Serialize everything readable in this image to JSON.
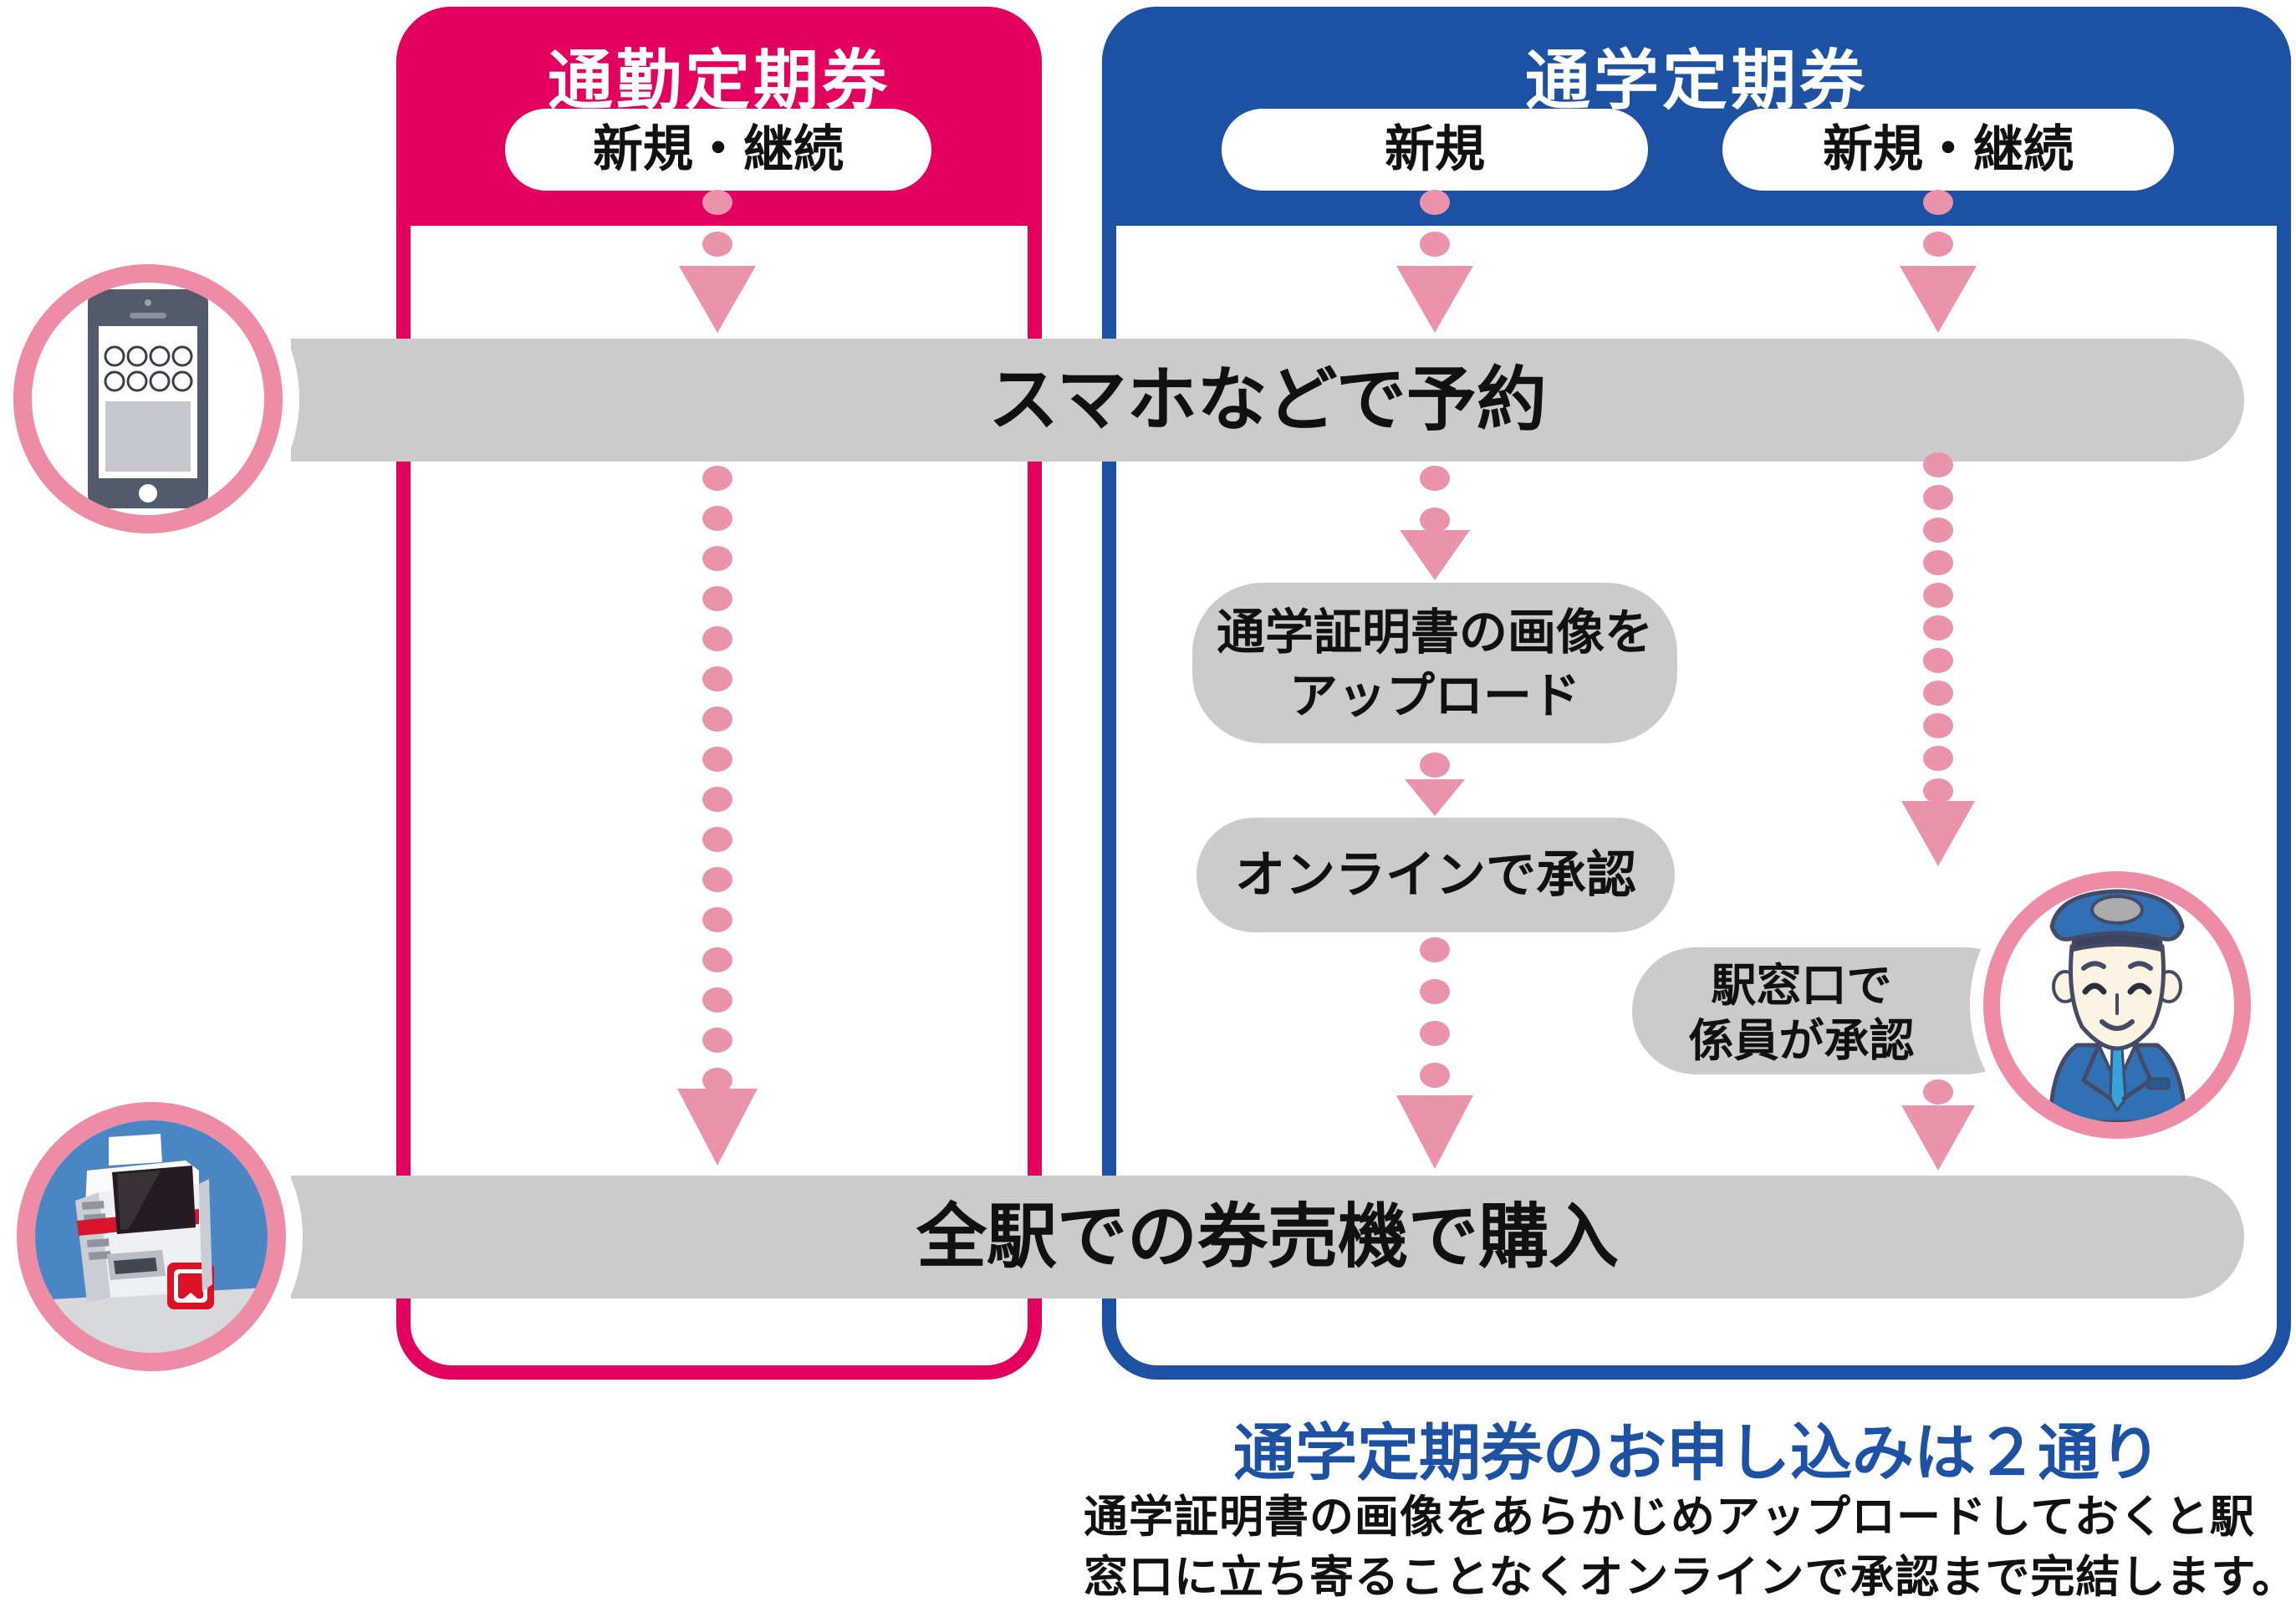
{
  "commute_panel": {
    "title": "通勤定期券",
    "pill": "新規・継続",
    "color": "#E3005F"
  },
  "student_panel": {
    "title": "通学定期券",
    "pill_new": "新規",
    "pill_renew": "新規・継続",
    "color": "#1D51A3"
  },
  "steps": {
    "reserve_bar": "スマホなどで予約",
    "upload_bubble_line1": "通学証明書の画像を",
    "upload_bubble_line2": "アップロード",
    "online_approve_bubble": "オンラインで承認",
    "station_bubble_line1": "駅窓口で",
    "station_bubble_line2": "係員が承認",
    "purchase_bar": "全駅での券売機で購入"
  },
  "footer": {
    "heading": "通学定期券のお申し込みは２通り",
    "heading_color": "#1D51A3",
    "body_line1": "通学証明書の画像をあらかじめアップロードしておくと駅",
    "body_line2": "窓口に立ち寄ることなくオンラインで承認まで完結します。"
  },
  "icons": {
    "reserve_icon": "smartphone-icon",
    "purchase_icon": "ticket-machine-icon",
    "approval_icon": "station-staff-icon"
  },
  "colors": {
    "commute_accent": "#E3005F",
    "student_accent": "#1D51A3",
    "arrow_pink": "#EA93AB",
    "ring_pink": "#EE8CA6",
    "step_gray": "#CBCBCB",
    "machine_bg_blue": "#4A86C4",
    "machine_red": "#D8142F",
    "staff_uniform_blue": "#2F71B4",
    "staff_tie_cyan": "#35A3DC"
  }
}
